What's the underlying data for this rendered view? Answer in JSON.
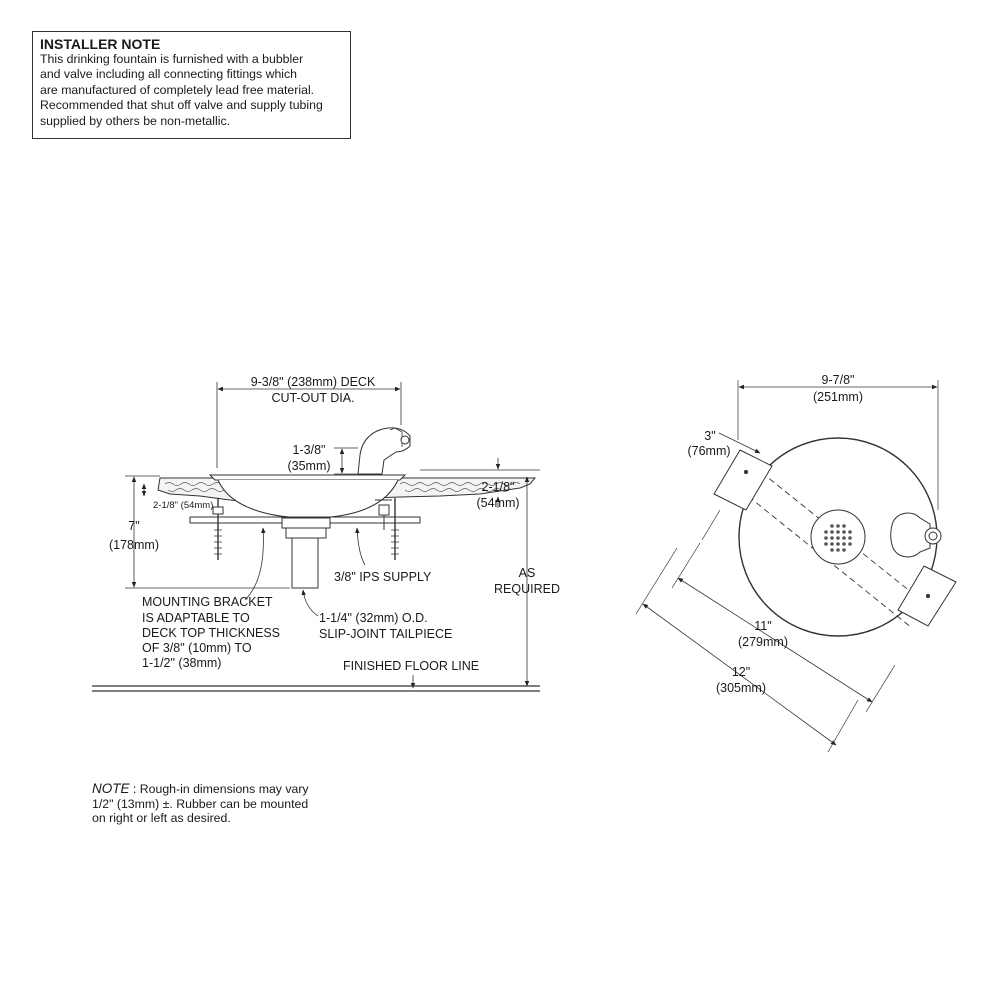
{
  "installer_note": {
    "title": "INSTALLER NOTE",
    "lines": [
      "This drinking fountain is furnished with a bubbler",
      "and valve including all connecting fittings which",
      "are manufactured of completely lead free material.",
      "Recommended that shut off valve and supply tubing",
      "supplied by others be non-metallic."
    ]
  },
  "side_view": {
    "deck_cutout": [
      "9-3/8\" (238mm) DECK",
      "CUT-OUT DIA."
    ],
    "bubbler_height": [
      "1-3/8\"",
      "(35mm)"
    ],
    "deck_thickness_right": [
      "2-1/8\"",
      "(54mm)"
    ],
    "deck_thickness_left": "2-1/8\" (54mm)",
    "overall_depth": [
      "7\"",
      "(178mm)"
    ],
    "supply": "3/8\" IPS SUPPLY",
    "as_required": [
      "AS",
      "REQUIRED"
    ],
    "mounting_bracket": [
      "MOUNTING BRACKET",
      "IS ADAPTABLE TO",
      "DECK TOP THICKNESS",
      "OF 3/8\" (10mm) TO",
      "1-1/2\" (38mm)"
    ],
    "tailpiece": [
      "1-1/4\" (32mm) O.D.",
      "SLIP-JOINT TAILPIECE"
    ],
    "floor_line": "FINISHED FLOOR LINE"
  },
  "top_view": {
    "bowl_width": [
      "9-7/8\"",
      "(251mm)"
    ],
    "bracket_width": [
      "3\"",
      "(76mm)"
    ],
    "inner_span": [
      "11\"",
      "(279mm)"
    ],
    "outer_span": [
      "12\"",
      "(305mm)"
    ]
  },
  "bottom_note": {
    "label": "NOTE",
    "first_line_rest": " : Rough-in dimensions may vary",
    "lines": [
      "1/2\" (13mm) ±. Rubber can be mounted",
      "on right or left as desired."
    ]
  }
}
